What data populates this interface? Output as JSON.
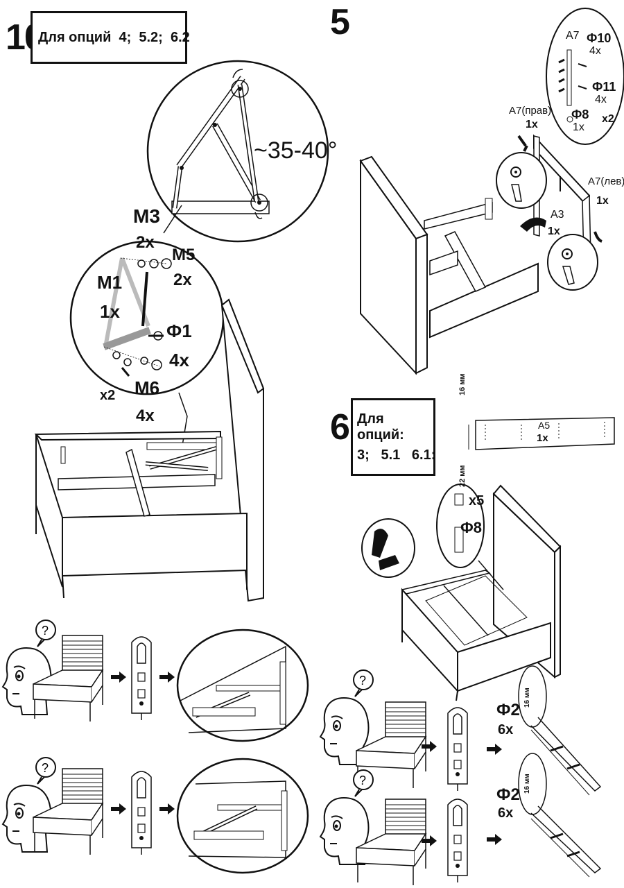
{
  "step10": {
    "number": "10",
    "options": "Для опций  4;  5.2;  6.2",
    "angle": "~35-40°",
    "parts": {
      "m3": "М3",
      "m3_qty": "2х",
      "m5": "М5",
      "m5_qty": "2х",
      "m1": "М1",
      "m1_qty": "1х",
      "f1": "Ф1",
      "f1_qty": "4х",
      "m6": "М6",
      "m6_qty": "4х",
      "mult": "х2"
    }
  },
  "step5": {
    "number": "5",
    "parts": {
      "a7": "А7",
      "f10": "Ф10",
      "f10_qty": "4х",
      "f11": "Ф11",
      "f11_qty": "4х",
      "f8": "Ф8",
      "f8_qty": "1х",
      "mult": "х2",
      "a7r": "А7(прав)",
      "a7r_qty": "1х",
      "a7l": "А7(лев)",
      "a7l_qty": "1х",
      "a3": "А3",
      "a3_qty": "1х"
    }
  },
  "step6": {
    "number": "6",
    "options_line1": "Для опций:",
    "options_line2": "3;   5.1   6.1:",
    "dim_16": "16 мм",
    "dim_22": "22 мм",
    "a5": "А5",
    "a5_qty": "1х",
    "x5": "х5",
    "f8": "Ф8",
    "f2_a": "Ф2",
    "f2_a_qty": "6х",
    "f2_b": "Ф2",
    "f2_b_qty": "6х",
    "dim_16_a": "16 мм",
    "dim_16_b": "16 мм"
  },
  "icons": [
    "thinking-person-icon",
    "bed-icon",
    "bracket-icon",
    "arrow-right-icon",
    "drill-icon"
  ],
  "colors": {
    "ink": "#111111",
    "paper": "#ffffff",
    "shade": "#e8e8e8"
  }
}
